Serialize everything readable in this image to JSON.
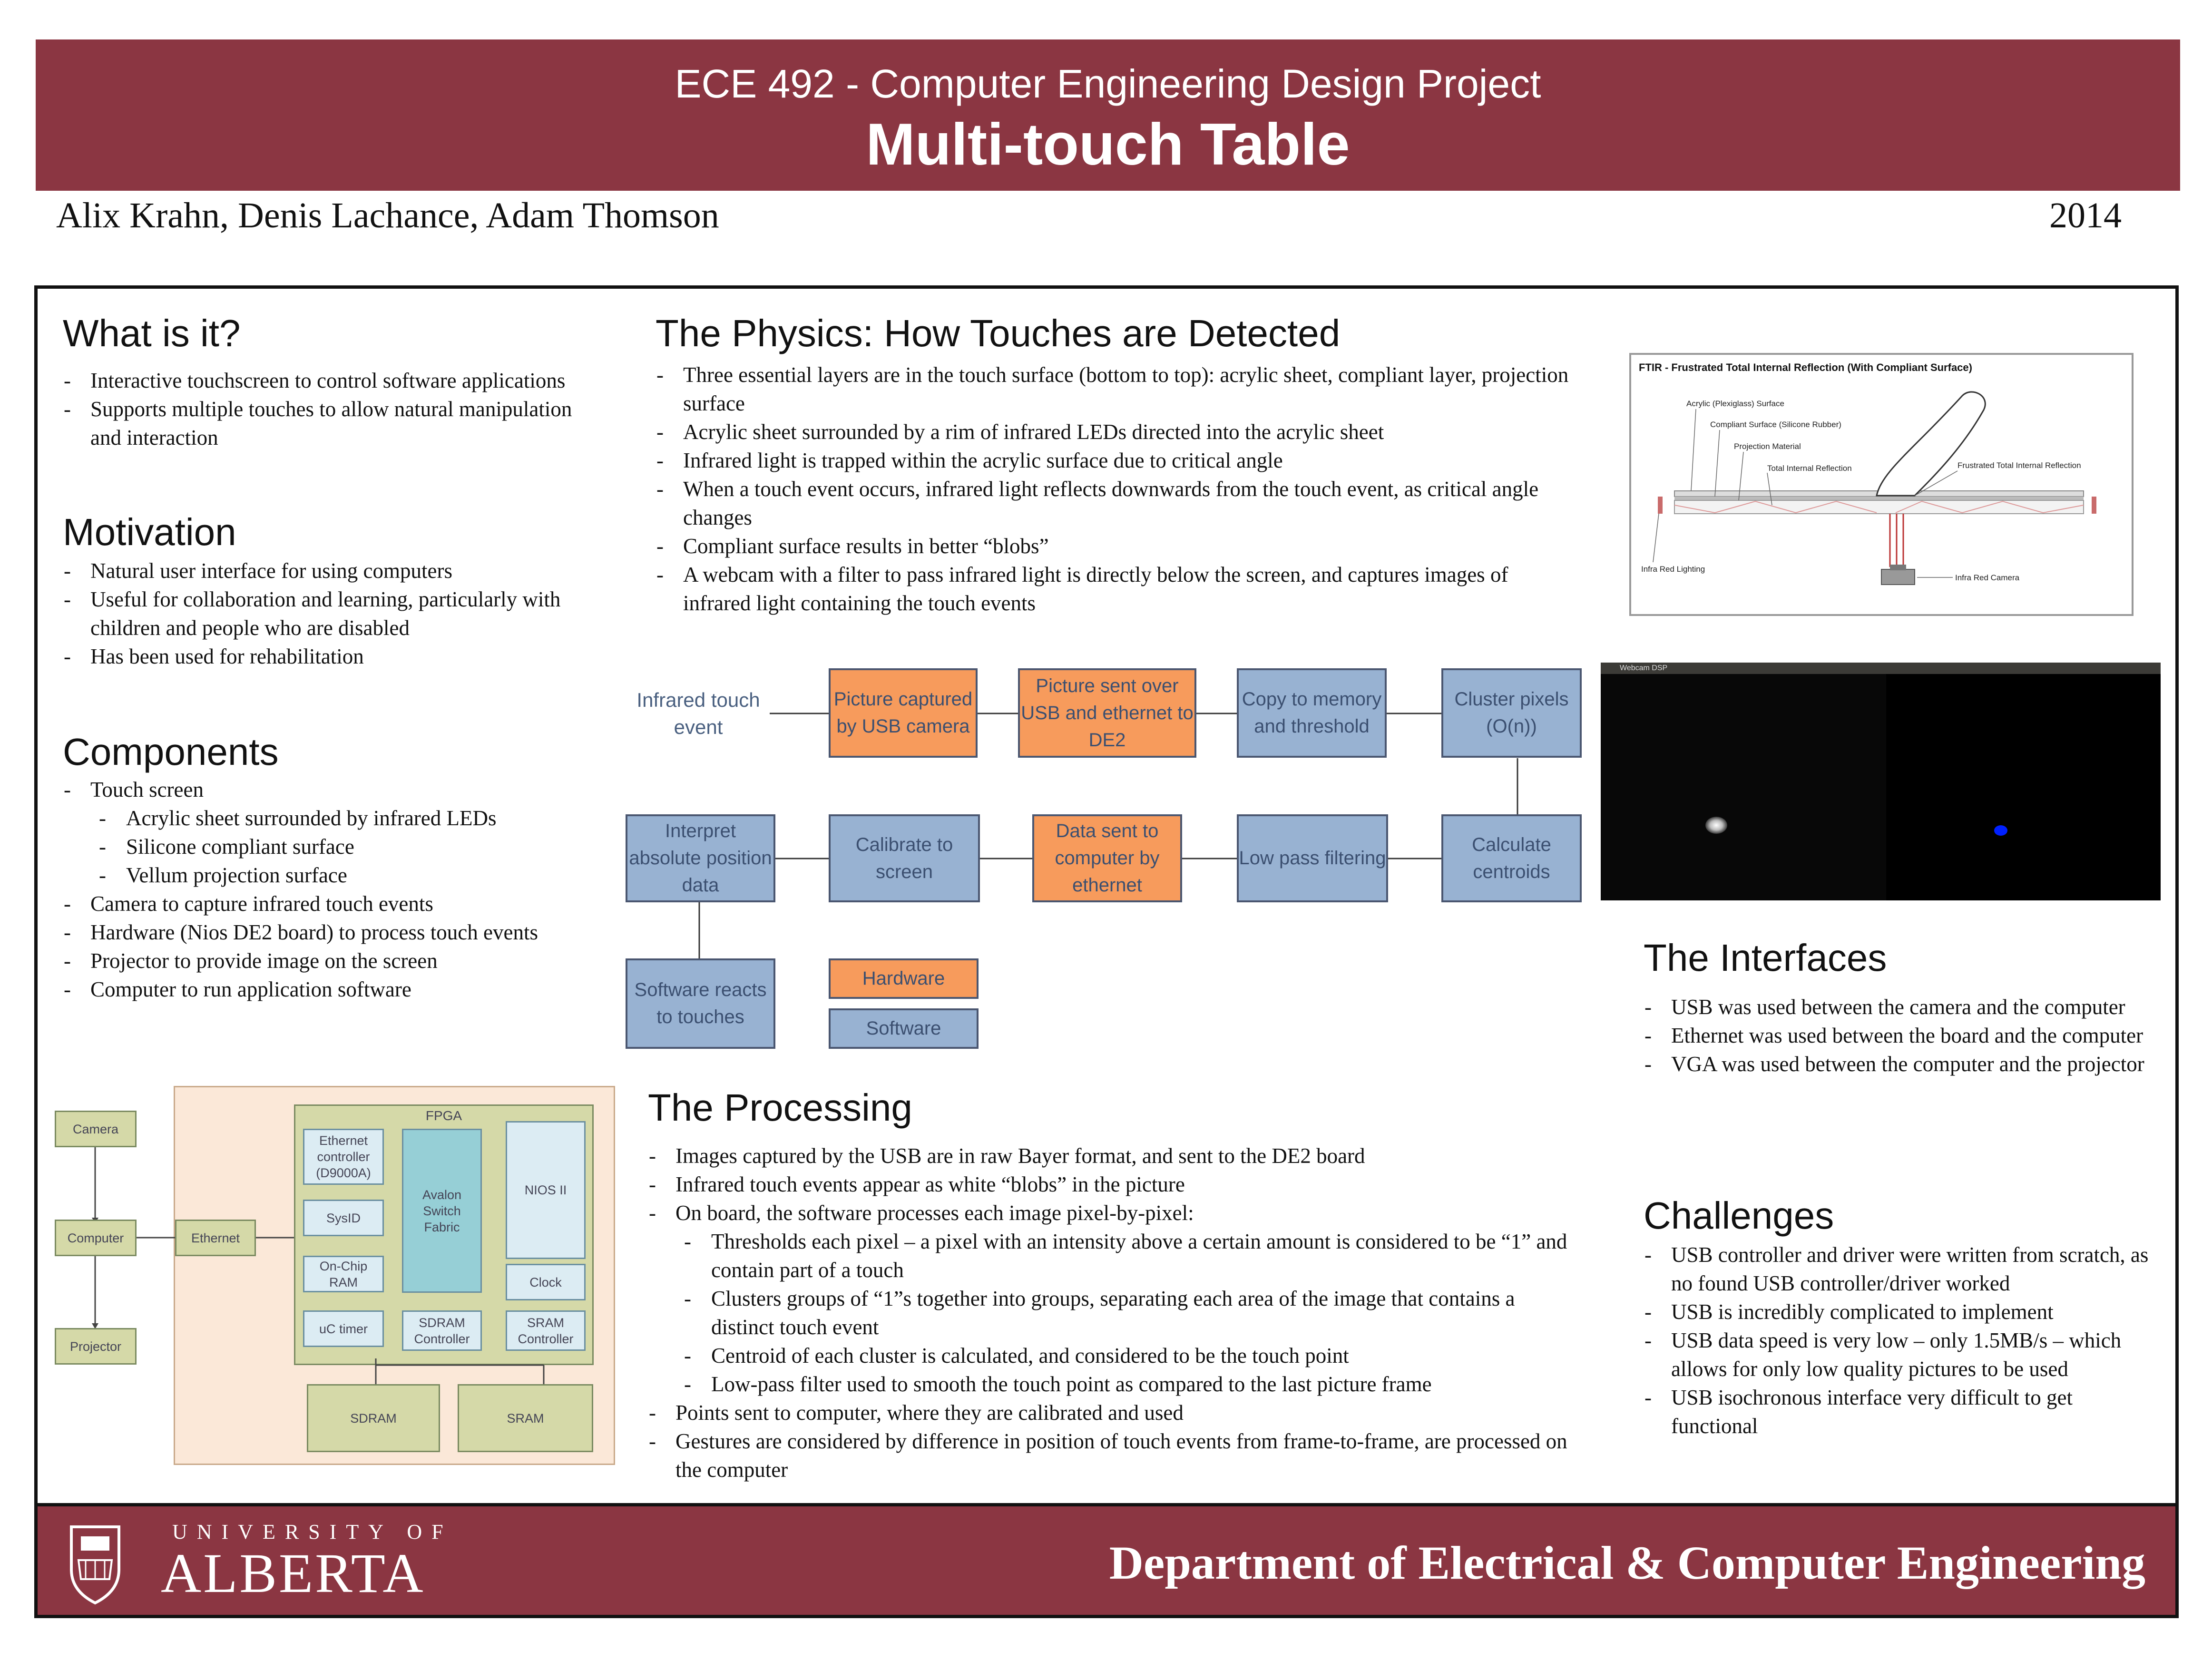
{
  "header": {
    "subtitle": "ECE 492 - Computer Engineering Design Project",
    "title": "Multi-touch Table",
    "authors": "Alix Krahn, Denis Lachance, Adam Thomson",
    "year": "2014"
  },
  "what": {
    "heading": "What is it?",
    "items": [
      "Interactive touchscreen to control software applications",
      "Supports multiple touches to allow natural manipulation and interaction"
    ]
  },
  "motivation": {
    "heading": "Motivation",
    "items": [
      "Natural user interface for using computers",
      "Useful for collaboration and learning, particularly with children and people who are disabled",
      "Has been used for rehabilitation"
    ]
  },
  "components": {
    "heading": "Components",
    "items": [
      "Touch screen",
      "Acrylic sheet surrounded by infrared LEDs",
      "Silicone compliant surface",
      "Vellum projection surface",
      "Camera to capture infrared touch events",
      "Hardware (Nios DE2 board)  to process touch events",
      "Projector to provide image on the screen",
      "Computer to run application software"
    ]
  },
  "physics": {
    "heading": "The Physics: How Touches are Detected",
    "items": [
      "Three essential layers are in the touch surface (bottom to top): acrylic sheet, compliant layer, projection surface",
      "Acrylic sheet surrounded by a rim of infrared LEDs directed into the acrylic sheet",
      "Infrared light is trapped within the acrylic surface due to critical angle",
      "When a touch event occurs, infrared light reflects downwards from the touch event, as critical angle changes",
      "Compliant surface results in better “blobs”",
      "A webcam with a filter to pass infrared light is directly below the screen, and captures images of infrared light containing the touch events"
    ]
  },
  "ftir": {
    "title": "FTIR - Frustrated Total Internal Reflection (With Compliant Surface)",
    "acrylic": "Acrylic (Plexiglass) Surface",
    "compliant": "Compliant Surface (Silicone Rubber)",
    "projection": "Projection Material",
    "tir": "Total Internal Reflection",
    "ftir_label": "Frustrated Total Internal Reflection",
    "lighting": "Infra Red Lighting",
    "camera": "Infra Red Camera"
  },
  "webcam": {
    "title": "Webcam DSP"
  },
  "flow": {
    "infrared": "Infrared touch event",
    "captured": "Picture captured by USB camera",
    "sent_usb": "Picture sent over USB and ethernet to DE2",
    "copy": "Copy to memory and threshold",
    "cluster": "Cluster pixels (O(n))",
    "centroids": "Calculate centroids",
    "lowpass": "Low pass filtering",
    "data_sent": "Data sent to computer by ethernet",
    "calibrate": "Calibrate to screen",
    "interpret": "Interpret absolute position data",
    "software_reacts": "Software reacts to touches",
    "legend_hw": "Hardware",
    "legend_sw": "Software"
  },
  "hw_diagram": {
    "camera": "Camera",
    "computer": "Computer",
    "projector": "Projector",
    "ethernet": "Ethernet",
    "fpga": "FPGA",
    "eth_ctrl": "Ethernet controller (D9000A)",
    "sysid": "SysID",
    "onchip": "On-Chip RAM",
    "uc_timer": "uC timer",
    "avalon": "Avalon Switch Fabric",
    "nios": "NIOS II",
    "clock": "Clock",
    "sdram_ctrl": "SDRAM Controller",
    "sram_ctrl": "SRAM Controller",
    "sdram": "SDRAM",
    "sram": "SRAM"
  },
  "processing": {
    "heading": "The Processing",
    "items": [
      {
        "t": "Images captured by the USB are in raw Bayer format, and sent to the DE2 board",
        "sub": false
      },
      {
        "t": "Infrared touch events appear as white “blobs” in the picture",
        "sub": false
      },
      {
        "t": "On board, the software processes each image pixel-by-pixel:",
        "sub": false
      },
      {
        "t": "Thresholds each pixel – a pixel with an intensity above a certain amount is considered to be “1” and contain part of a touch",
        "sub": true
      },
      {
        "t": "Clusters groups of “1”s together into groups, separating each area of the image that contains a distinct touch event",
        "sub": true
      },
      {
        "t": "Centroid of each cluster is calculated, and considered to be the touch point",
        "sub": true
      },
      {
        "t": "Low-pass filter used to smooth the touch point as compared to the last picture frame",
        "sub": true
      },
      {
        "t": "Points sent to computer, where they are calibrated and used",
        "sub": false
      },
      {
        "t": "Gestures are considered by difference in position of touch events from frame-to-frame, are processed on the computer",
        "sub": false
      }
    ]
  },
  "interfaces": {
    "heading": "The Interfaces",
    "items": [
      "USB was used between the camera and the computer",
      "Ethernet was used between the board and the computer",
      "VGA was used between the computer and the projector"
    ]
  },
  "challenges": {
    "heading": "Challenges",
    "items": [
      "USB controller and driver were written from scratch, as no found USB controller/driver worked",
      "USB is incredibly complicated to implement",
      "USB data speed is very low – only 1.5MB/s – which allows for only low quality pictures to be used",
      "USB isochronous interface very difficult to get functional"
    ]
  },
  "footer": {
    "university_small": "UNIVERSITY OF",
    "university_big": "ALBERTA",
    "department": "Department of Electrical & Computer Engineering"
  },
  "colors": {
    "banner": "#8b3642",
    "hardware": "#f79b5c",
    "software": "#98b2d2"
  }
}
